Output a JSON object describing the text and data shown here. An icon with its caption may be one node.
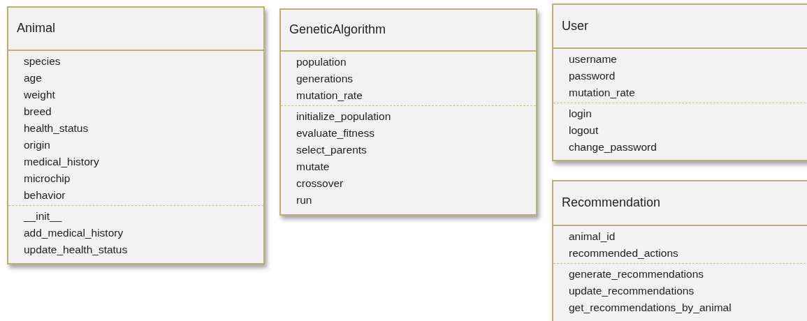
{
  "diagram": {
    "nodes": [
      {
        "text": [
          "Animal"
        ]
      },
      {
        "text": [
          "species",
          "age",
          "weight",
          "breed",
          "health_status",
          "origin",
          "medical_history",
          "microchip",
          "behavior"
        ],
        "in": 0
      },
      {
        "text": [
          "__init__",
          "add_medical_history",
          "update_health_status"
        ],
        "in": 0
      },
      {
        "text": [
          "GeneticAlgorithm"
        ]
      },
      {
        "text": [
          "population",
          "generations",
          "mutation_rate"
        ],
        "in": 3
      },
      {
        "text": [
          "initialize_population",
          "evaluate_fitness",
          "select_parents",
          "mutate",
          "crossover",
          "run"
        ],
        "in": 3
      },
      {
        "text": [
          "User"
        ]
      },
      {
        "text": [
          "username",
          "password",
          "mutation_rate"
        ],
        "in": 6
      },
      {
        "text": [
          "login",
          "logout",
          "change_password"
        ],
        "in": 6
      },
      {
        "text": [
          "Recommendation"
        ]
      },
      {
        "text": [
          "animal_id",
          "recommended_actions"
        ],
        "in": 9
      },
      {
        "text": [
          "generate_recommendations",
          "update_recommendations",
          "get_recommendations_by_animal"
        ],
        "in": 9
      }
    ]
  }
}
